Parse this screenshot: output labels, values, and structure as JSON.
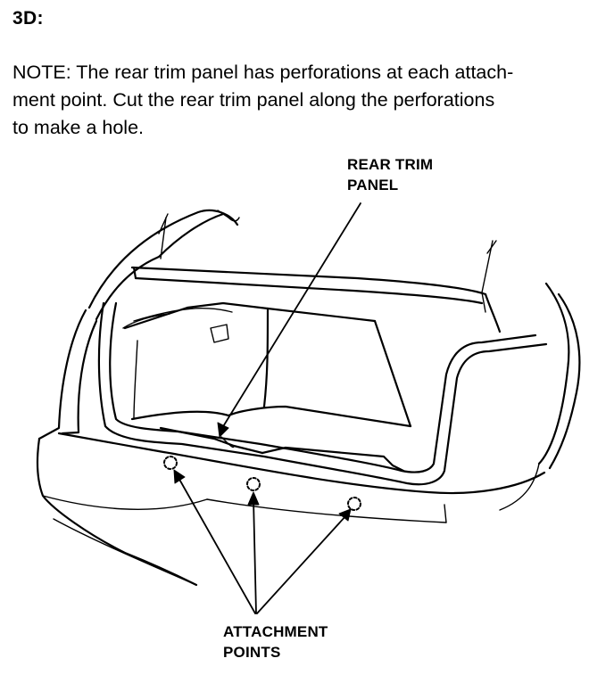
{
  "step": {
    "label": "3D:"
  },
  "note": {
    "lines": [
      "NOTE:  The rear trim panel has perforations at each attach-",
      "ment point. Cut the rear trim panel along the perforations",
      "to make a hole."
    ]
  },
  "callouts": {
    "rear_trim_panel": [
      "REAR TRIM",
      "PANEL"
    ],
    "attachment_points": [
      "ATTACHMENT",
      "POINTS"
    ]
  },
  "colors": {
    "ink": "#000000",
    "paper": "#ffffff"
  }
}
